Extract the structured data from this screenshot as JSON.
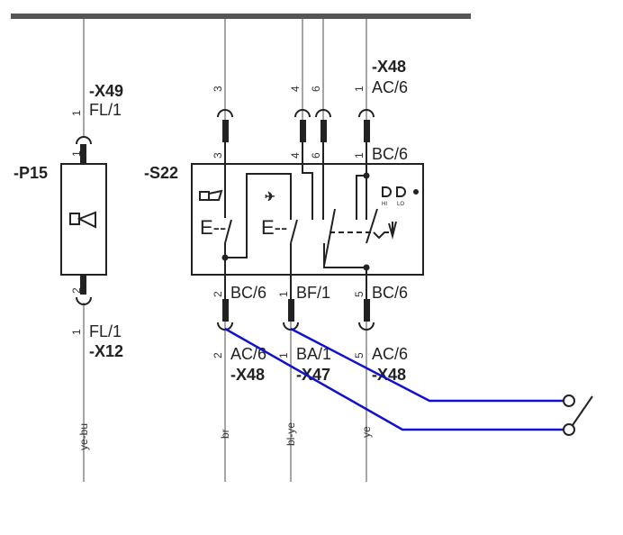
{
  "components": {
    "horn": {
      "ref": "-P15",
      "icon": "horn-icon"
    },
    "switch": {
      "ref": "-S22",
      "icons": [
        "horn-icon",
        "flasher-icon",
        "headlight-hi-icon",
        "headlight-lo-icon"
      ],
      "hi": "HI",
      "lo": "LO"
    }
  },
  "connectors": {
    "x49": {
      "ref": "-X49",
      "pin": "1",
      "cavity": "FL/1",
      "pin_comp": "1"
    },
    "x12": {
      "ref": "-X12",
      "pin": "1",
      "cavity": "FL/1",
      "pin_comp": "2"
    },
    "x48_top": {
      "ref": "-X48",
      "pin": "1",
      "cavity": "AC/6",
      "pin_comp": "1",
      "cavity_comp": "BC/6"
    },
    "top_pins": [
      "3",
      "3",
      "4",
      "4",
      "6",
      "6"
    ],
    "bottom": [
      {
        "pin": "2",
        "cavity_comp": "BC/6",
        "cavity": "AC/6",
        "ref": "-X48",
        "color": "br"
      },
      {
        "pin": "1",
        "cavity_comp": "BF/1",
        "cavity": "BA/1",
        "ref": "-X47",
        "color": "bl-ye"
      },
      {
        "pin": "5",
        "cavity_comp": "BC/6",
        "cavity": "AC/6",
        "ref": "-X48",
        "color": "ye"
      }
    ],
    "horn_wire_color": "ye-bu"
  },
  "colors": {
    "annotation": "#1010d0"
  }
}
